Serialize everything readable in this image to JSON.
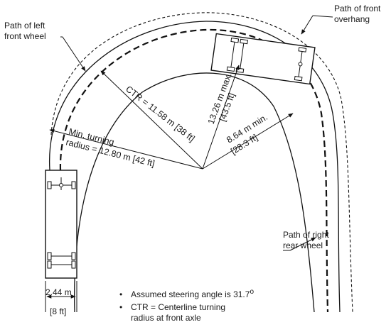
{
  "labels": {
    "left_wheel": [
      "Path of left",
      "front wheel"
    ],
    "front_overhang": [
      "Path of front",
      "overhang"
    ],
    "right_rear": [
      "Path of right",
      "rear wheel"
    ],
    "ctr": "CTR = 11.58 m [38 ft]",
    "max_radius": [
      "13.26 m max.",
      "[43.5 ft]"
    ],
    "min_radius": [
      "8.64 m min.",
      "[28.3 ft]"
    ],
    "min_turning": [
      "Min. turning",
      "radius = 12.80 m [42 ft]"
    ],
    "width": [
      "2.44 m",
      "[8 ft]"
    ]
  },
  "notes": {
    "bullet": "•",
    "steering_prefix": "Assumed steering angle is 31.7",
    "steering_degree": "o",
    "ctr_line1": "CTR = Centerline turning",
    "ctr_line2": "radius at front axle"
  }
}
